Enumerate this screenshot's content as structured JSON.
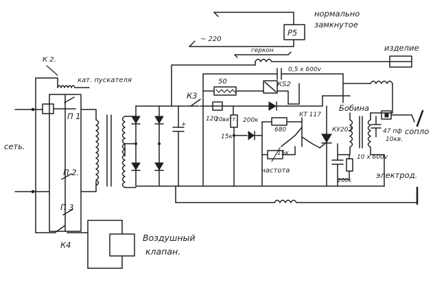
{
  "labels": {
    "set": "сеть.",
    "k2": "К 2.",
    "kat_puskatelya": "кат. пускателя",
    "p1": "П 1",
    "p2": "П 2.",
    "p3": "П 3",
    "k4": "К4",
    "k3": "К3",
    "vozdushny": "Воздушный",
    "klapan": "клапан.",
    "v220": "~ 220",
    "p5": "Р5",
    "normalno": "нормально",
    "zamknutoe": "замкнутое",
    "gerkon": "геркон",
    "izdelie": "изделие",
    "c05": "0,5 x 600v",
    "r50": "50",
    "ks2": "КS2",
    "r120": "120",
    "w20": "20ватт.",
    "r200k": "200к",
    "r680": "680",
    "kt117": "КТ 117",
    "r15k_a": "15к",
    "r15k_b": "15к",
    "chastota": "частота",
    "ku202": "КУ202",
    "bobina": "Бобина",
    "c47": "47 пф",
    "kv10": "10кв.",
    "soplo": "сопло",
    "c10": "10 x 600v",
    "r200k_b": "200к",
    "elektrod": "электрод."
  }
}
